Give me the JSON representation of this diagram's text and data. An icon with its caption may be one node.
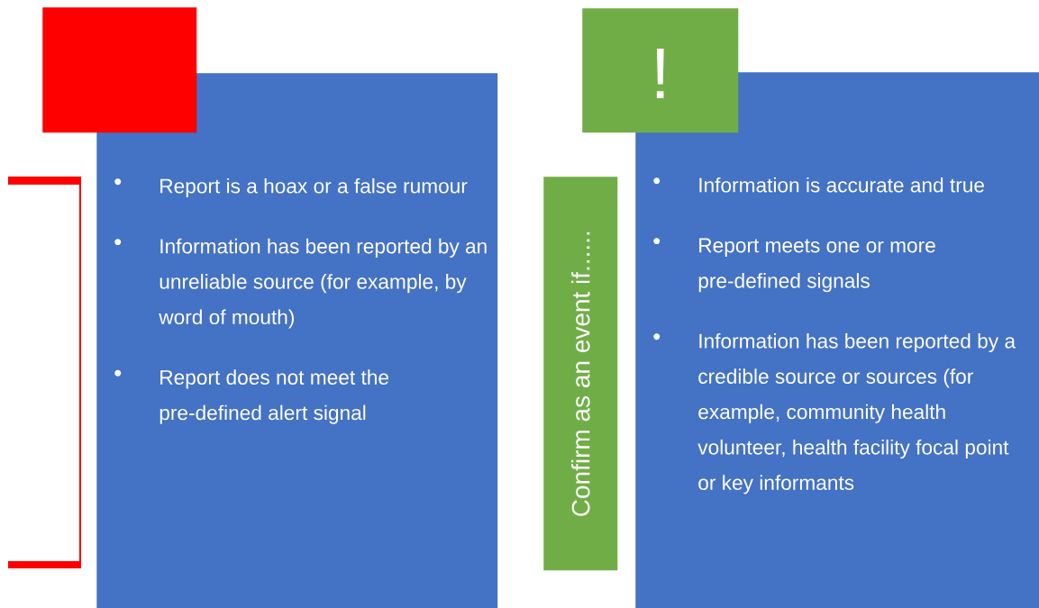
{
  "diagram": {
    "nodes": [
      {
        "text": [],
        "shape": "box"
      },
      {
        "text": [
          "Report is a hoax or a false rumour",
          "Information has been reported by an unreliable source (for example, by word of mouth)",
          "Report does not meet the pre-defined alert signal"
        ]
      },
      {
        "text": [],
        "shape": "bracket"
      },
      {
        "text": [
          "!"
        ]
      },
      {
        "text": [
          "Confirm as an event if......"
        ]
      },
      {
        "text": [
          "Information is accurate and true",
          "Report meets one or more pre-defined signals",
          "Information has been reported by a credible source or sources (for example, community health volunteer, health facility focal point or key informants"
        ]
      }
    ]
  }
}
